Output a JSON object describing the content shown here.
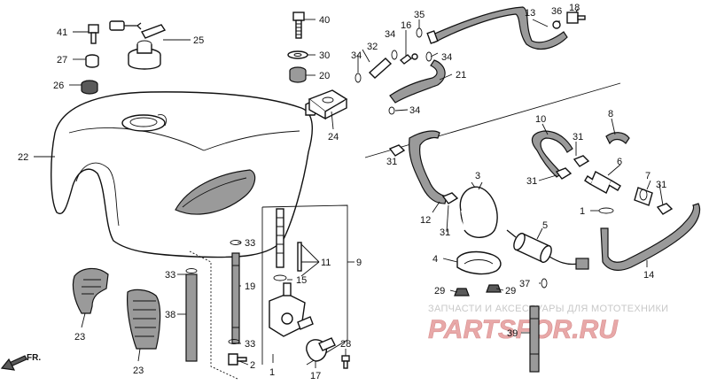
{
  "callouts": [
    "1",
    "2",
    "3",
    "4",
    "5",
    "6",
    "7",
    "8",
    "9",
    "10",
    "11",
    "12",
    "13",
    "14",
    "15",
    "16",
    "17",
    "18",
    "19",
    "20",
    "21",
    "22",
    "23",
    "24",
    "25",
    "26",
    "27",
    "28",
    "29",
    "30",
    "31",
    "32",
    "33",
    "34",
    "35",
    "36",
    "37",
    "38",
    "39",
    "40",
    "41"
  ],
  "front_marker": "FR.",
  "watermark": {
    "caption": "ЗАПЧАСТИ И АКСЕССУАРЫ ДЛЯ МОТОТЕХНИКИ",
    "logo": "PARTSFOR.RU"
  }
}
